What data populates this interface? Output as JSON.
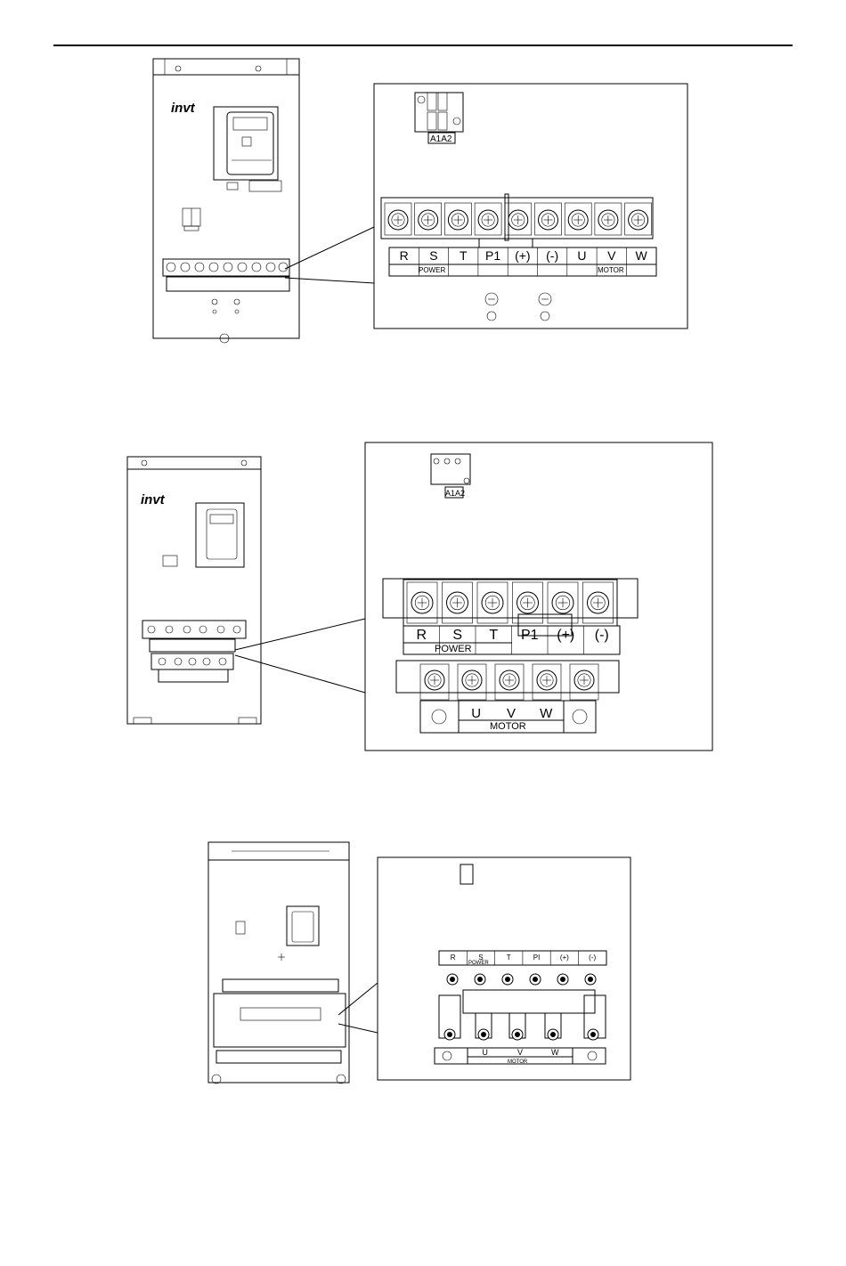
{
  "brand": "invt",
  "jumper_label": "A1A2",
  "figure1": {
    "labels": [
      "R",
      "S",
      "T",
      "P1",
      "(+)",
      "(-)",
      "U",
      "V",
      "W"
    ],
    "power_label": "POWER",
    "motor_label": "MOTOR"
  },
  "figure2": {
    "top_labels": [
      "R",
      "S",
      "T",
      "P1",
      "(+)",
      "(-)"
    ],
    "power_label": "POWER",
    "bottom_labels": [
      "U",
      "V",
      "W"
    ],
    "motor_label": "MOTOR"
  },
  "figure3": {
    "top_labels": [
      "R",
      "S",
      "T",
      "PI",
      "(+)",
      "(-)"
    ],
    "power_label": "POWER",
    "bottom_labels": [
      "U",
      "V",
      "W"
    ],
    "motor_label": "MOTOR"
  }
}
